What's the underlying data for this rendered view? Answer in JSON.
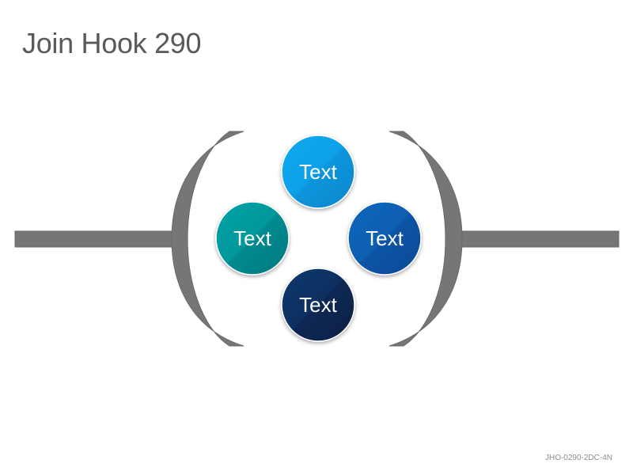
{
  "title": "Join Hook 290",
  "footer_code": "JHO-0290-2DC-4N",
  "colors": {
    "connector": "#767676",
    "top": "#0ba0e8",
    "left": "#00979b",
    "right": "#0a5eb1",
    "bottom": "#0d2e5f"
  },
  "nodes": {
    "top": "Text",
    "left": "Text",
    "right": "Text",
    "bottom": "Text"
  }
}
